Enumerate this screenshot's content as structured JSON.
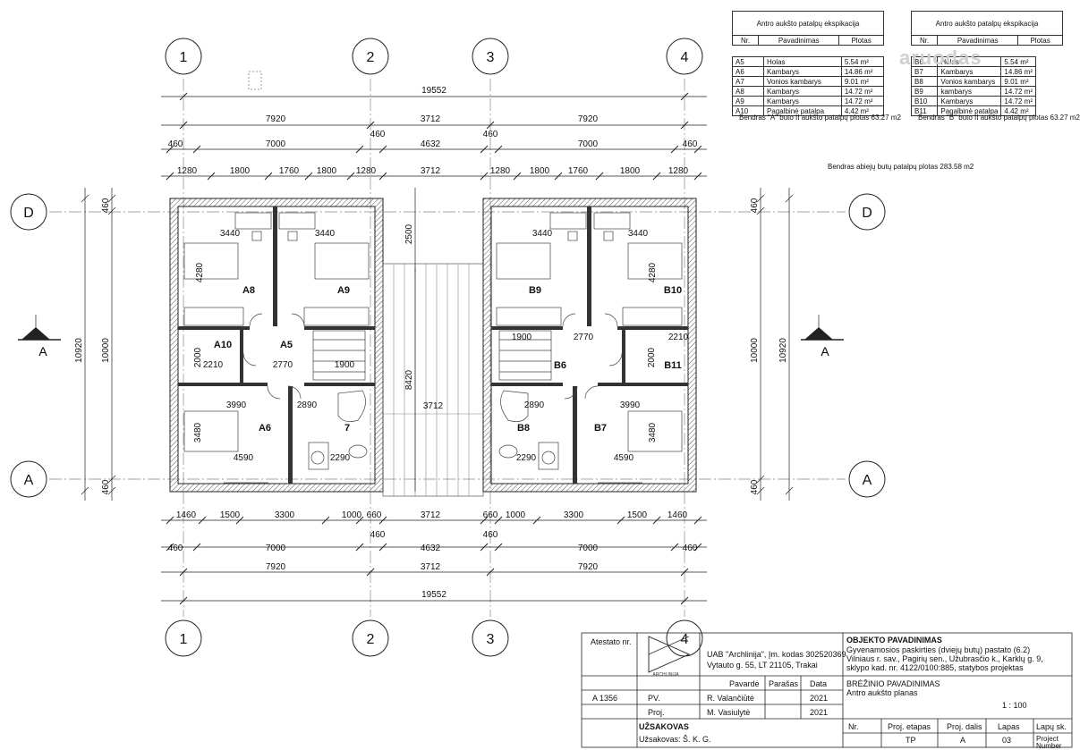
{
  "grid": {
    "columns": [
      "1",
      "2",
      "3",
      "4"
    ],
    "rows": [
      "D",
      "A"
    ]
  },
  "dims": {
    "total": "19552",
    "row1": [
      "7920",
      "3712",
      "7920"
    ],
    "row2": [
      "460",
      "7000",
      "460",
      "4632",
      "460",
      "7000",
      "460"
    ],
    "row3": [
      "1280",
      "1800",
      "1760",
      "1800",
      "1280",
      "3712",
      "1280",
      "1800",
      "1760",
      "1800",
      "1280"
    ],
    "bottom1": [
      "1460",
      "1500",
      "3300",
      "1000",
      "660",
      "3712",
      "660",
      "1000",
      "3300",
      "1500",
      "1460"
    ],
    "bottom2": [
      "460",
      "7000",
      "460",
      "4632",
      "460",
      "7000",
      "460"
    ],
    "bottom3": [
      "7920",
      "3712",
      "7920"
    ],
    "bottom_total": "19552",
    "side_small": "460",
    "side_mid": "10000",
    "side_total": "10920",
    "stair_gap": "2500",
    "stair_len": "8420",
    "stair_width": "3712"
  },
  "rooms": {
    "left": {
      "A8": "A8",
      "A9": "A9",
      "A10": "A10",
      "A5": "A5",
      "A6": "A6",
      "A7": "7",
      "d_3440a": "3440",
      "d_3440b": "3440",
      "d_4280": "4280",
      "d_2000": "2000",
      "d_2210": "2210",
      "d_2770": "2770",
      "d_1900": "1900",
      "d_3990": "3990",
      "d_2890": "2890",
      "d_3480": "3480",
      "d_4590": "4590",
      "d_2290": "2290"
    },
    "right": {
      "B9": "B9",
      "B10": "B10",
      "B11": "B11",
      "B6": "B6",
      "B7": "B7",
      "B8": "B8",
      "d_3440a": "3440",
      "d_3440b": "3440",
      "d_4280": "4280",
      "d_2000": "2000",
      "d_2210": "2210",
      "d_2770": "2770",
      "d_1900": "1900",
      "d_3990": "3990",
      "d_2890": "2890",
      "d_3480": "3480",
      "d_4590": "4590",
      "d_2290": "2290"
    }
  },
  "section_mark": "A",
  "table_a": {
    "title": "Antro aukšto patalpų ekspikacija",
    "headers": [
      "Nr.",
      "Pavadinimas",
      "Plotas"
    ],
    "rows": [
      [
        "A5",
        "Holas",
        "5.54 m²"
      ],
      [
        "A6",
        "Kambarys",
        "14.86 m²"
      ],
      [
        "A7",
        "Vonios kambarys",
        "9.01 m²"
      ],
      [
        "A8",
        "Kambarys",
        "14.72 m²"
      ],
      [
        "A9",
        "Kambarys",
        "14.72 m²"
      ],
      [
        "A10",
        "Pagalbinė patalpa",
        "4.42 m²"
      ]
    ],
    "total": "Bendras \"A\" buto II aukšto patalpų plotas 63.27 m2"
  },
  "table_b": {
    "title": "Antro aukšto patalpų ekspikacija",
    "headers": [
      "Nr.",
      "Pavadinimas",
      "Plotas"
    ],
    "rows": [
      [
        "B6",
        "Holas",
        "5.54 m²"
      ],
      [
        "B7",
        "Kambarys",
        "14.86 m²"
      ],
      [
        "B8",
        "Vonios kambarys",
        "9.01 m²"
      ],
      [
        "B9",
        "kambarys",
        "14.72 m²"
      ],
      [
        "B10",
        "Kambarys",
        "14.72 m²"
      ],
      [
        "B11",
        "Pagalbinė patalpa",
        "4.42 m²"
      ]
    ],
    "total": "Bendras \"B\" buto II aukšto patalpų plotas 63.27 m2"
  },
  "grand_total": "Bendras abiejų butų patalpų plotas 283.58 m2",
  "watermark": "aruodas",
  "title_block": {
    "atestato": "Atestato nr.",
    "company_line1": "UAB \"Archlinija\", Įm. kodas 302520369",
    "company_line2": "Vytauto g. 55, LT 21105, Trakai",
    "logo_text": "ARCHLINIJA",
    "objekto_label": "OBJEKTO PAVADINIMAS",
    "objekto_line1": "Gyvenamosios paskirties (dviejų butų) pastato (6.2)",
    "objekto_line2": "Vilniaus r. sav., Pagirių sen., Užubrasčio k., Karklų g. 9,",
    "objekto_line3": "sklypo kad. nr. 4122/0100:885, statybos projektas",
    "pavarde": "Pavardė",
    "parasas": "Parašas",
    "data": "Data",
    "breziniio_label": "BRĖŽINIO PAVADINIMAS",
    "brezinio_name": "Antro aukšto planas",
    "scale": "1 : 100",
    "a_number": "A 1356",
    "pv": "PV.",
    "pv_name": "R. Valančiūtė",
    "pv_year": "2021",
    "proj": "Proj.",
    "proj_name": "M. Vasiulytė",
    "proj_year": "2021",
    "uzsakovas_label": "UŽSAKOVAS",
    "uzsakovas": "Užsakovas: Š. K. G.",
    "col_nr": "Nr.",
    "col_etapas": "Proj. etapas",
    "col_dalis": "Proj. dalis",
    "col_lapas": "Lapas",
    "col_lapu": "Lapų sk.",
    "val_etapas": "TP",
    "val_dalis": "A",
    "val_lapas": "03",
    "val_project": "Project Number"
  }
}
